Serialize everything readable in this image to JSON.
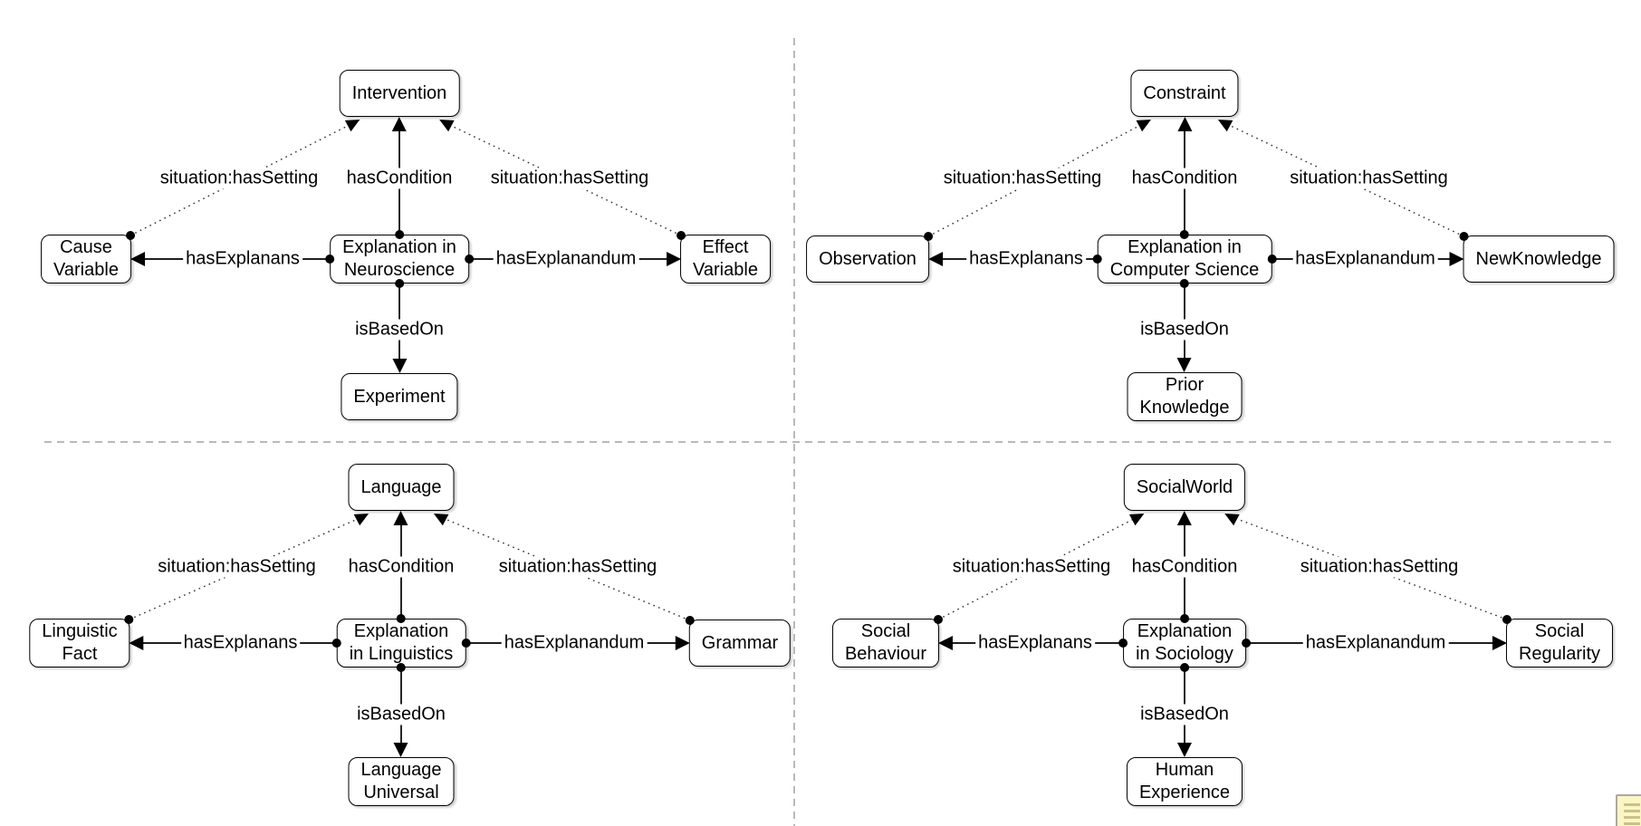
{
  "diagram": {
    "description": "Four quadrant ontology diagrams of explanation in different disciplines",
    "colors": {
      "background": "#ffffff",
      "node_stroke": "#000000",
      "node_fill": "#ffffff",
      "divider": "#b9b9b9",
      "note_fill": "#fcf6c5",
      "note_lines": "#cbc189"
    }
  },
  "edge_labels": {
    "condition": "hasCondition",
    "setting": "situation:hasSetting",
    "explanans": "hasExplanans",
    "explanandum": "hasExplanandum",
    "based_on": "isBasedOn"
  },
  "quadrants": [
    {
      "id": "neuroscience",
      "nodes": {
        "top": "Intervention",
        "left": "Cause\nVariable",
        "center": "Explanation in\nNeuroscience",
        "right": "Effect\nVariable",
        "bottom": "Experiment"
      }
    },
    {
      "id": "computer-science",
      "nodes": {
        "top": "Constraint",
        "left": "Observation",
        "center": "Explanation in\nComputer Science",
        "right": "NewKnowledge",
        "bottom": "Prior\nKnowledge"
      }
    },
    {
      "id": "linguistics",
      "nodes": {
        "top": "Language",
        "left": "Linguistic\nFact",
        "center": "Explanation\nin Linguistics",
        "right": "Grammar",
        "bottom": "Language\nUniversal"
      }
    },
    {
      "id": "sociology",
      "nodes": {
        "top": "SocialWorld",
        "left": "Social\nBehaviour",
        "center": "Explanation\nin Sociology",
        "right": "Social\nRegularity",
        "bottom": "Human\nExperience"
      }
    }
  ]
}
